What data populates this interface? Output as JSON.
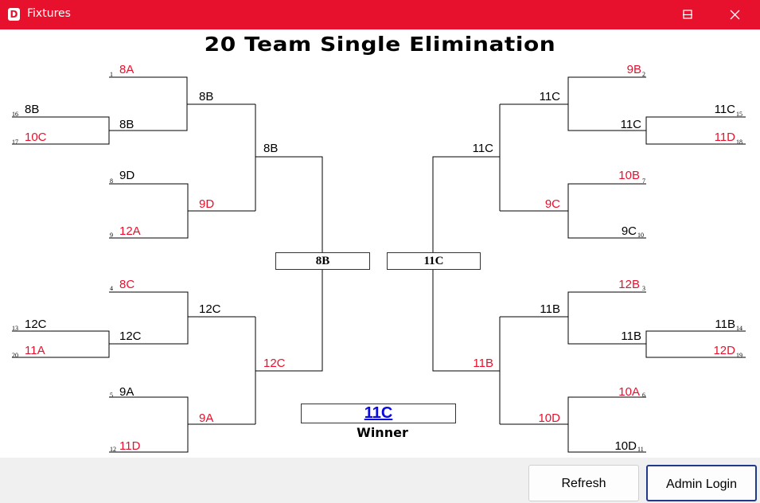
{
  "window": {
    "title": "Fixtures",
    "app_icon_letter": "D"
  },
  "bracket": {
    "title": "20 Team Single Elimination",
    "left": {
      "r1": [
        {
          "team": "8A",
          "seed": "1",
          "color": "red"
        },
        {
          "team": "8B",
          "seed": "16",
          "color": "black"
        },
        {
          "team": "10C",
          "seed": "17",
          "color": "red"
        },
        {
          "team": "9D",
          "seed": "8",
          "color": "black"
        },
        {
          "team": "12A",
          "seed": "9",
          "color": "red"
        },
        {
          "team": "8C",
          "seed": "4",
          "color": "red"
        },
        {
          "team": "12C",
          "seed": "13",
          "color": "black"
        },
        {
          "team": "11A",
          "seed": "20",
          "color": "red"
        },
        {
          "team": "9A",
          "seed": "5",
          "color": "black"
        },
        {
          "team": "11D",
          "seed": "12",
          "color": "red"
        }
      ],
      "pre": [
        "8B",
        "12C"
      ],
      "r2": [
        "8B",
        "9D",
        "12C",
        "9A"
      ],
      "r3": [
        "8B",
        "12C"
      ]
    },
    "right": {
      "r1": [
        {
          "team": "9B",
          "seed": "2",
          "color": "red"
        },
        {
          "team": "11C",
          "seed": "15",
          "color": "black"
        },
        {
          "team": "11D",
          "seed": "18",
          "color": "red"
        },
        {
          "team": "10B",
          "seed": "7",
          "color": "red"
        },
        {
          "team": "9C",
          "seed": "10",
          "color": "black"
        },
        {
          "team": "12B",
          "seed": "3",
          "color": "red"
        },
        {
          "team": "11B",
          "seed": "14",
          "color": "black"
        },
        {
          "team": "12D",
          "seed": "19",
          "color": "red"
        },
        {
          "team": "10A",
          "seed": "6",
          "color": "red"
        },
        {
          "team": "10D",
          "seed": "11",
          "color": "black"
        }
      ],
      "pre": [
        "11C",
        "11B"
      ],
      "r2": [
        "11C",
        "9C",
        "11B",
        "10D"
      ],
      "r3": [
        "11C",
        "11B"
      ]
    },
    "final_left": "8B",
    "final_right": "11C",
    "champion": "11C",
    "winner_label": "Winner"
  },
  "buttons": {
    "refresh": "Refresh",
    "admin_login": "Admin Login"
  },
  "colors": {
    "titlebar": "#e8112d",
    "winner_team": "#0a0adc",
    "loser_team": "#e8112d"
  }
}
